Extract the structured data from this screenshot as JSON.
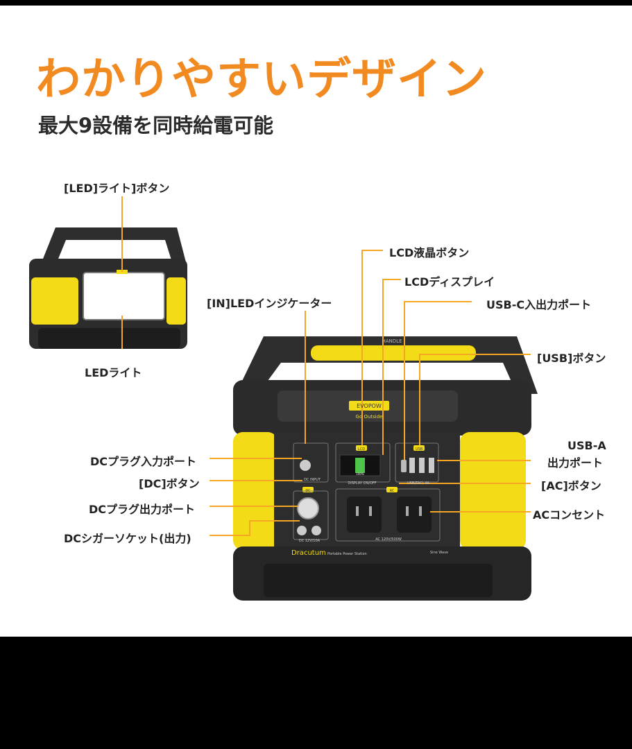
{
  "headline": "わかりやすいデザイン",
  "subheadline": "最大9設備を同時給電可能",
  "labels": {
    "led_light_button": "[LED]ライト]ボタン",
    "led_light": "LEDライト",
    "lcd_button": "LCD液晶ボタン",
    "lcd_display": "LCDディスプレイ",
    "in_led_indicator": "[IN]LEDインジケーター",
    "usbc_port": "USB-C入出力ポート",
    "usb_button": "[USB]ボタン",
    "usba_port_line1": "USB-A",
    "usba_port_line2": "出力ポート",
    "dc_plug_input": "DCプラグ入力ポート",
    "dc_button": "[DC]ボタン",
    "dc_plug_output": "DCプラグ出力ポート",
    "dc_cigar_socket": "DCシガーソケット(出力)",
    "ac_button": "[AC]ボタン",
    "ac_outlet": "ACコンセント"
  },
  "product": {
    "brand": "EVOPOW",
    "brand_tagline": "Go Outside",
    "model": "Dracutum",
    "model_sub": "Portable Power Station",
    "handle_text": "HANDLE",
    "dc_input_text": "DC INPUT",
    "display_text": "DISPLAY ON/OFF",
    "usb_text": "USB(TAC) 4A",
    "ac_text": "AC 120V/500W",
    "dc_out_text": "DC 12V/10A",
    "sine_text": "Sine Wave",
    "btn_lcd": "LCD",
    "btn_usb": "USB",
    "btn_dc": "DC",
    "btn_ac": "AC",
    "lcd_readout": "100%"
  },
  "colors": {
    "accent": "#f28a22",
    "leader_line": "#f5a623",
    "device_black": "#2a2a2a",
    "device_yellow": "#f5e21b"
  }
}
